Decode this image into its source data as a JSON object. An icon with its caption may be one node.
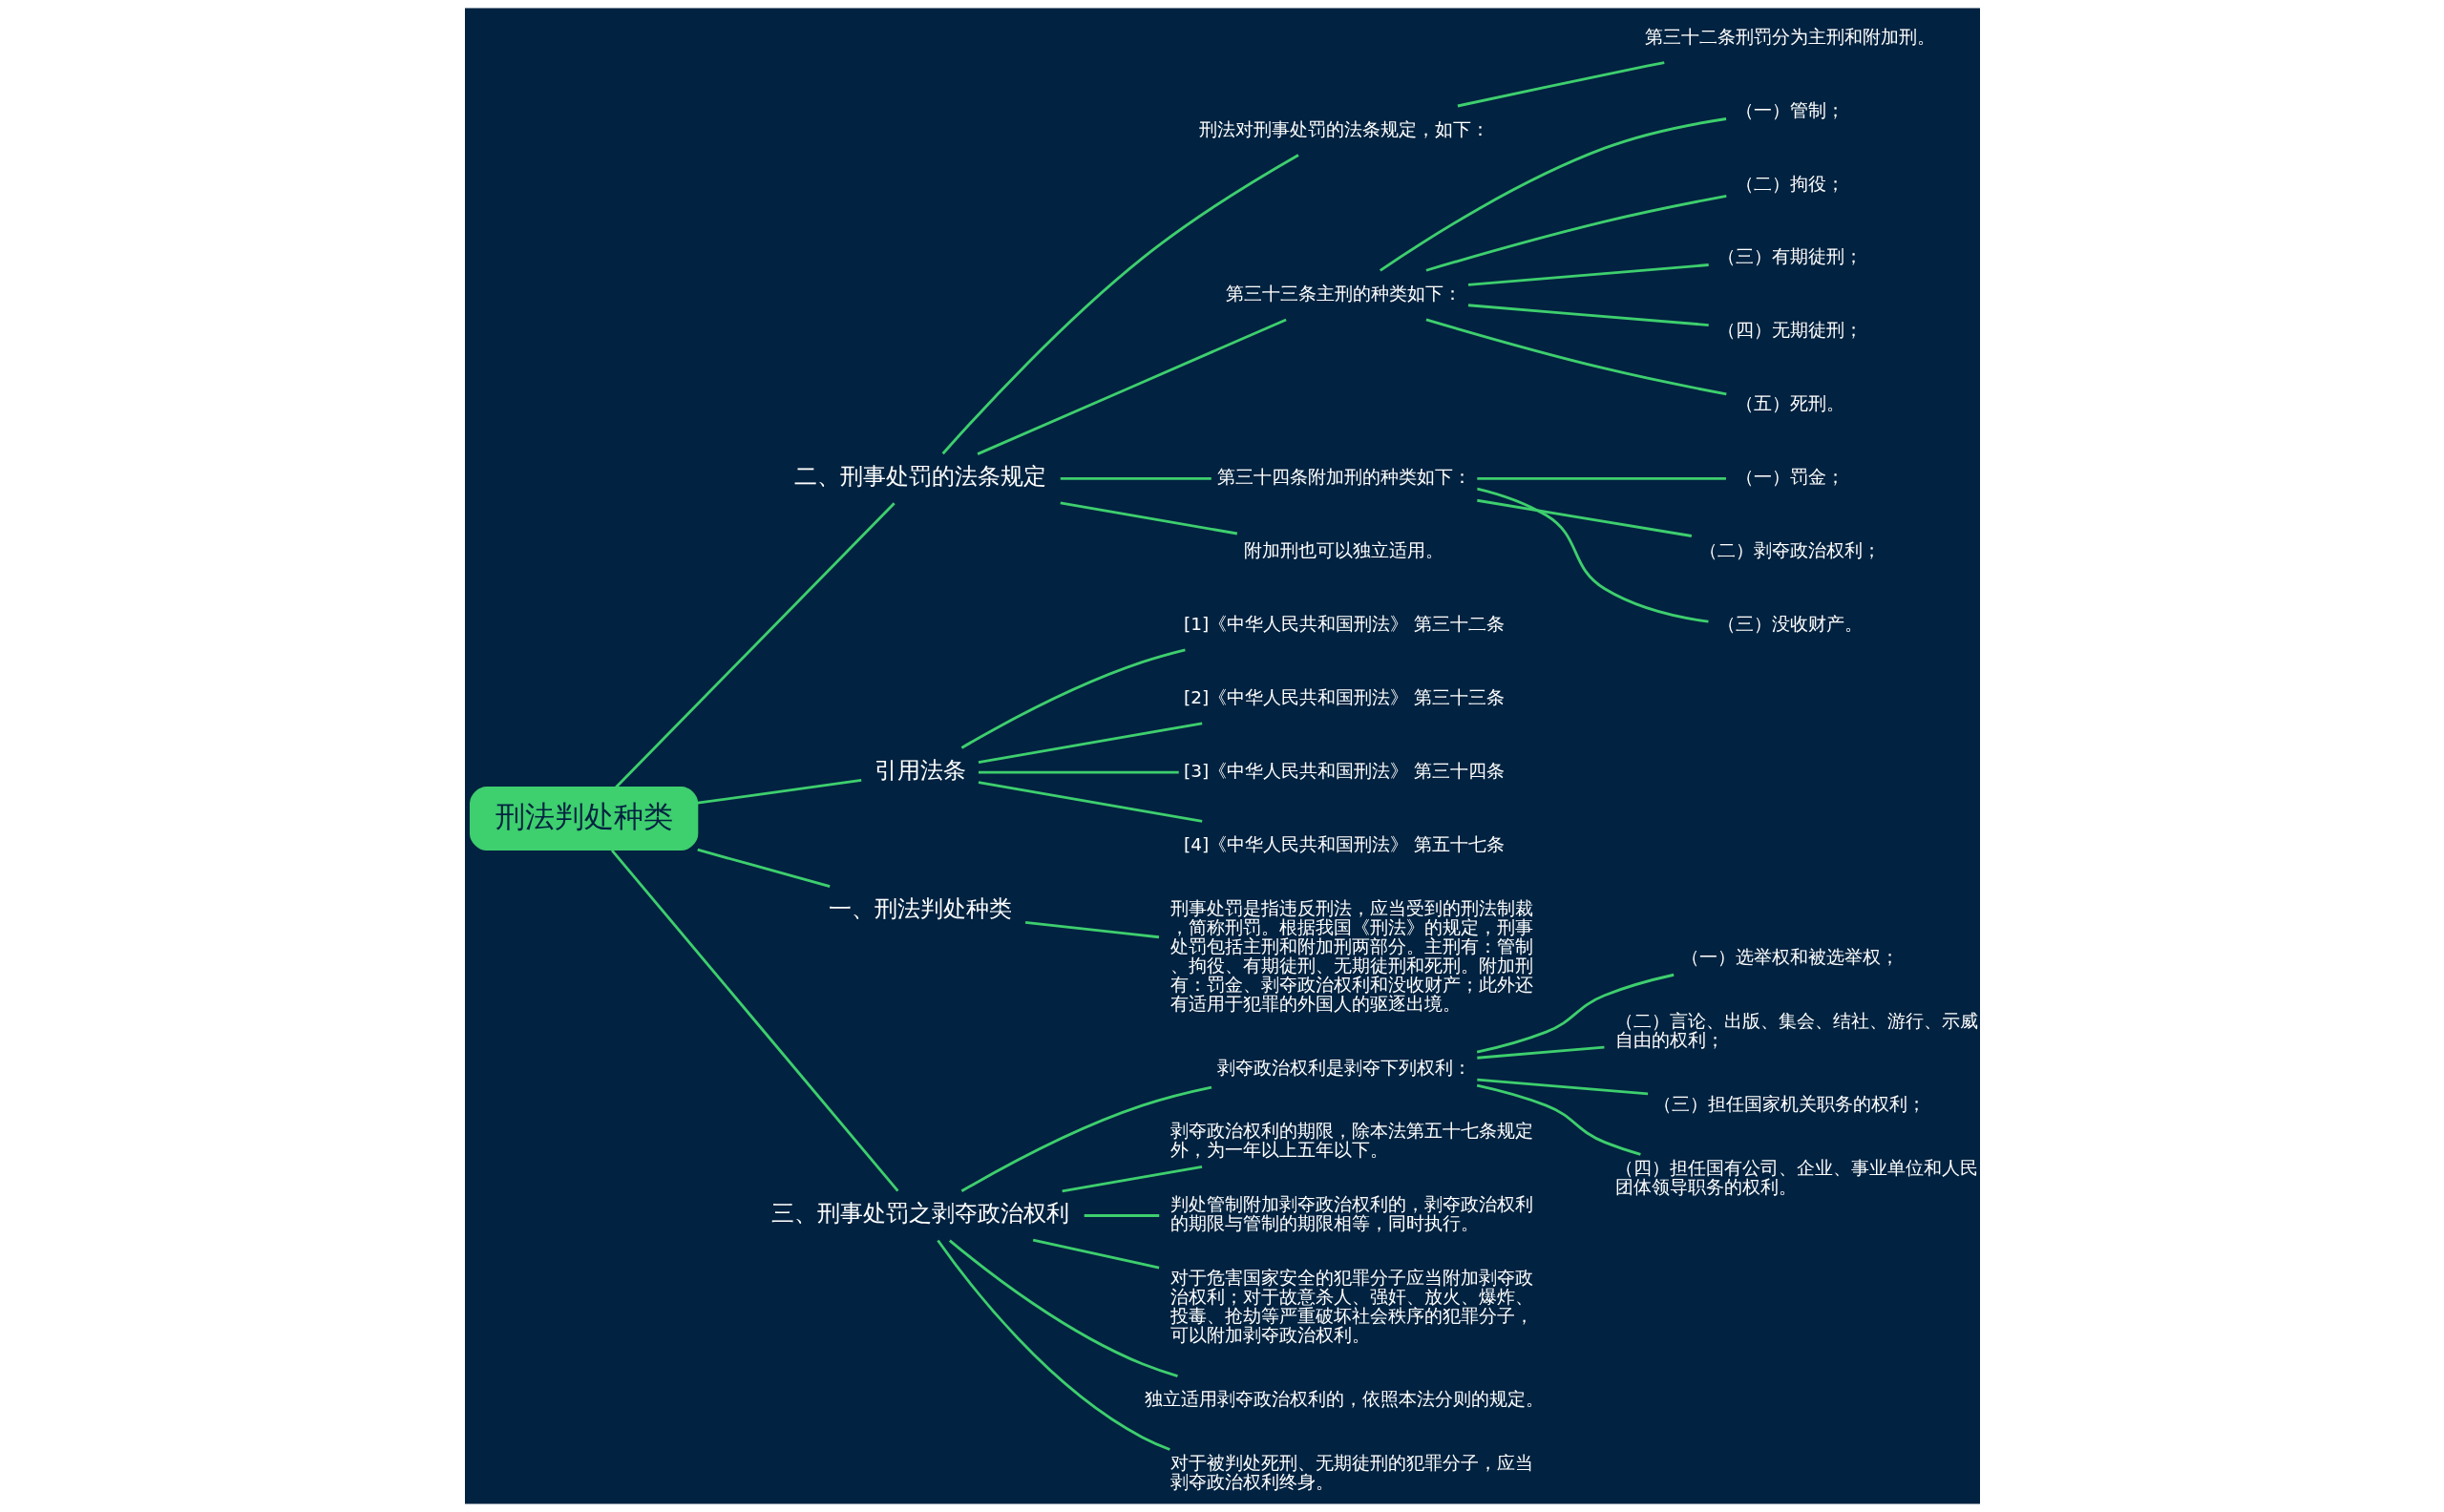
{
  "diagram": {
    "nodes": [
      {
        "text": [
          "刑法判处种类"
        ]
      },
      {
        "text": [
          "二、刑事处罚的法条规定"
        ]
      },
      {
        "text": [
          "刑法对刑事处罚的法条规定，如下："
        ]
      },
      {
        "text": [
          "第三十二条刑罚分为主刑和附加刑。"
        ]
      },
      {
        "text": [
          "第三十三条主刑的种类如下："
        ]
      },
      {
        "text": [
          "（一）管制；"
        ]
      },
      {
        "text": [
          "（二）拘役；"
        ]
      },
      {
        "text": [
          "（三）有期徒刑；"
        ]
      },
      {
        "text": [
          "（四）无期徒刑；"
        ]
      },
      {
        "text": [
          "（五）死刑。"
        ]
      },
      {
        "text": [
          "第三十四条附加刑的种类如下："
        ]
      },
      {
        "text": [
          "（一）罚金；"
        ]
      },
      {
        "text": [
          "（二）剥夺政治权利；"
        ]
      },
      {
        "text": [
          "（三）没收财产。"
        ]
      },
      {
        "text": [
          "附加刑也可以独立适用。"
        ]
      },
      {
        "text": [
          "引用法条"
        ]
      },
      {
        "text": [
          "[1]《中华人民共和国刑法》 第三十二条"
        ]
      },
      {
        "text": [
          "[2]《中华人民共和国刑法》 第三十三条"
        ]
      },
      {
        "text": [
          "[3]《中华人民共和国刑法》 第三十四条"
        ]
      },
      {
        "text": [
          "[4]《中华人民共和国刑法》 第五十七条"
        ]
      },
      {
        "text": [
          "一、刑法判处种类"
        ]
      },
      {
        "text": [
          "刑事处罚是指违反刑法，应当受到的刑法制裁，简称刑罚。根据我国《刑法》的规定，刑事处罚包括主刑和附加刑两部分。主刑有：管制、拘役、有期徒刑、无期徒刑和死刑。附加刑有：罚金、剥夺政治权利和没收财产；此外还有适用于犯罪的外国人的驱逐出境。"
        ]
      },
      {
        "text": [
          "三、刑事处罚之剥夺政治权利"
        ]
      },
      {
        "text": [
          "剥夺政治权利是剥夺下列权利："
        ]
      },
      {
        "text": [
          "（一）选举权和被选举权；"
        ]
      },
      {
        "text": [
          "（二）言论、出版、集会、结社、游行、示威自由的权利；"
        ]
      },
      {
        "text": [
          "（三）担任国家机关职务的权利；"
        ]
      },
      {
        "text": [
          "（四）担任国有公司、企业、事业单位和人民团体领导职务的权利。"
        ]
      },
      {
        "text": [
          "剥夺政治权利的期限，除本法第五十七条规定外，为一年以上五年以下。"
        ]
      },
      {
        "text": [
          "判处管制附加剥夺政治权利的，剥夺政治权利的期限与管制的期限相等，同时执行。"
        ]
      },
      {
        "text": [
          "对于危害国家安全的犯罪分子应当附加剥夺政治权利；对于故意杀人、强奸、放火、爆炸、投毒、抢劫等严重破坏社会秩序的犯罪分子，可以附加剥夺政治权利。"
        ]
      },
      {
        "text": [
          "独立适用剥夺政治权利的，依照本法分则的规定。"
        ]
      },
      {
        "text": [
          "对于被判处死刑、无期徒刑的犯罪分子，应当剥夺政治权利终身。"
        ]
      }
    ],
    "edges": [
      {
        "from": 0,
        "to": 1,
        "arrow": "none"
      },
      {
        "from": 1,
        "to": 2,
        "arrow": "none"
      },
      {
        "from": 2,
        "to": 3,
        "arrow": "none"
      },
      {
        "from": 1,
        "to": 4,
        "arrow": "none"
      },
      {
        "from": 4,
        "to": 5,
        "arrow": "none"
      },
      {
        "from": 4,
        "to": 6,
        "arrow": "none"
      },
      {
        "from": 4,
        "to": 7,
        "arrow": "none"
      },
      {
        "from": 4,
        "to": 8,
        "arrow": "none"
      },
      {
        "from": 4,
        "to": 9,
        "arrow": "none"
      },
      {
        "from": 1,
        "to": 10,
        "arrow": "none"
      },
      {
        "from": 10,
        "to": 11,
        "arrow": "none"
      },
      {
        "from": 10,
        "to": 12,
        "arrow": "none"
      },
      {
        "from": 10,
        "to": 13,
        "arrow": "none"
      },
      {
        "from": 1,
        "to": 14,
        "arrow": "none"
      },
      {
        "from": 0,
        "to": 15,
        "arrow": "none"
      },
      {
        "from": 15,
        "to": 16,
        "arrow": "none"
      },
      {
        "from": 15,
        "to": 17,
        "arrow": "none"
      },
      {
        "from": 15,
        "to": 18,
        "arrow": "none"
      },
      {
        "from": 15,
        "to": 19,
        "arrow": "none"
      },
      {
        "from": 0,
        "to": 20,
        "arrow": "none"
      },
      {
        "from": 20,
        "to": 21,
        "arrow": "none"
      },
      {
        "from": 0,
        "to": 22,
        "arrow": "none"
      },
      {
        "from": 22,
        "to": 23,
        "arrow": "none"
      },
      {
        "from": 23,
        "to": 24,
        "arrow": "none"
      },
      {
        "from": 23,
        "to": 25,
        "arrow": "none"
      },
      {
        "from": 23,
        "to": 26,
        "arrow": "none"
      },
      {
        "from": 23,
        "to": 27,
        "arrow": "none"
      },
      {
        "from": 22,
        "to": 28,
        "arrow": "none"
      },
      {
        "from": 22,
        "to": 29,
        "arrow": "none"
      },
      {
        "from": 22,
        "to": 30,
        "arrow": "none"
      },
      {
        "from": 22,
        "to": 31,
        "arrow": "none"
      },
      {
        "from": 22,
        "to": 32,
        "arrow": "none"
      }
    ]
  }
}
